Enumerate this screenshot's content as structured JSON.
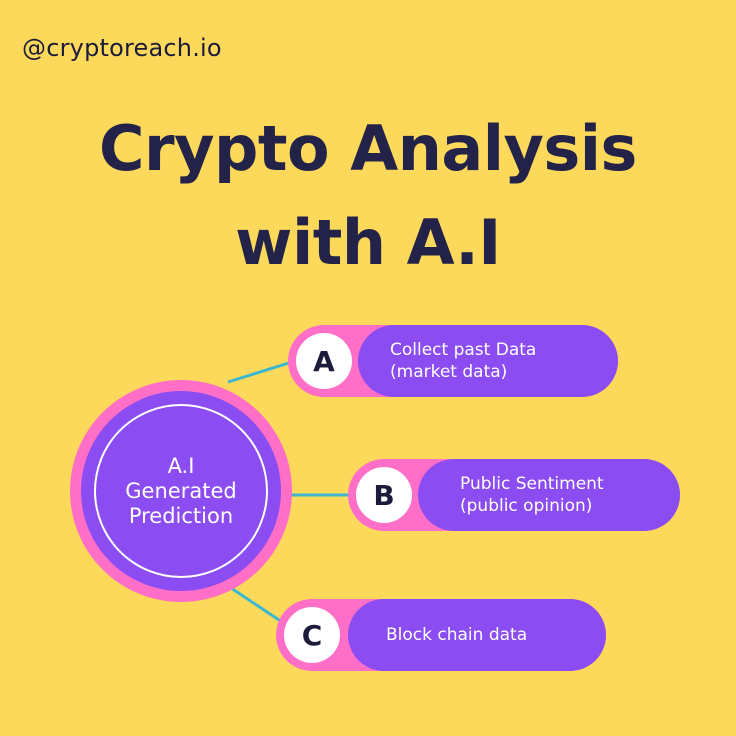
{
  "handle": "@cryptoreach.io",
  "title": {
    "line1": "Crypto Analysis",
    "line2": "with A.I"
  },
  "hub": {
    "line1": "A.I",
    "line2": "Generated",
    "line3": "Prediction"
  },
  "items": [
    {
      "letter": "A",
      "line1": "Collect past Data",
      "line2": "(market data)"
    },
    {
      "letter": "B",
      "line1": "Public Sentiment",
      "line2": "(public opinion)"
    },
    {
      "letter": "C",
      "line1": "Block chain data"
    }
  ],
  "colors": {
    "background": "#fcd95a",
    "title": "#23234a",
    "pink": "#ff6ec7",
    "purple": "#8b4cf2",
    "connector": "#3bb8d0"
  }
}
